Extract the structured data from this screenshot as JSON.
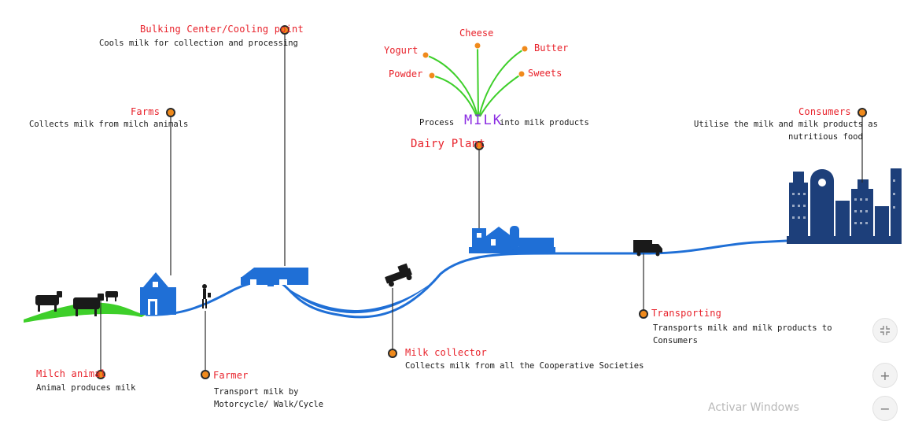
{
  "stages": {
    "bulking": {
      "title": "Bulking Center/Cooling point",
      "desc": "Cools milk for collection and processing"
    },
    "farms": {
      "title": "Farms",
      "desc": "Collects milk from milch animals"
    },
    "milch": {
      "title": "Milch animal",
      "desc": "Animal produces milk"
    },
    "farmer": {
      "title": "Farmer",
      "desc_line1": "Transport milk by",
      "desc_line2": "Motorcycle/ Walk/Cycle"
    },
    "dairy": {
      "title": "Dairy Plant",
      "process_prefix": "Process",
      "milk_word": "MILK",
      "process_suffix": "into milk products"
    },
    "collector": {
      "title": "Milk collector",
      "desc": "Collects milk from all the Cooperative Societies"
    },
    "transporting": {
      "title": "Transporting",
      "desc_line1": "Transports milk and milk products to",
      "desc_line2": "Consumers"
    },
    "consumers": {
      "title": "Consumers",
      "desc_line1": "Utilise the milk and milk products as",
      "desc_line2": "nutritious food"
    }
  },
  "products": [
    "Cheese",
    "Yogurt",
    "Butter",
    "Powder",
    "Sweets"
  ],
  "controls": {
    "fit_icon": "fit-screen-icon",
    "zoom_in": "+",
    "zoom_out": "−"
  },
  "watermark": "Activar Windows",
  "colors": {
    "label_red": "#e8222b",
    "road_blue": "#1f6fd6",
    "building_navy": "#1d3f7a",
    "grass_green": "#3ecf2a",
    "milk_purple": "#8a2be2",
    "pin_orange": "#f08a1c"
  }
}
